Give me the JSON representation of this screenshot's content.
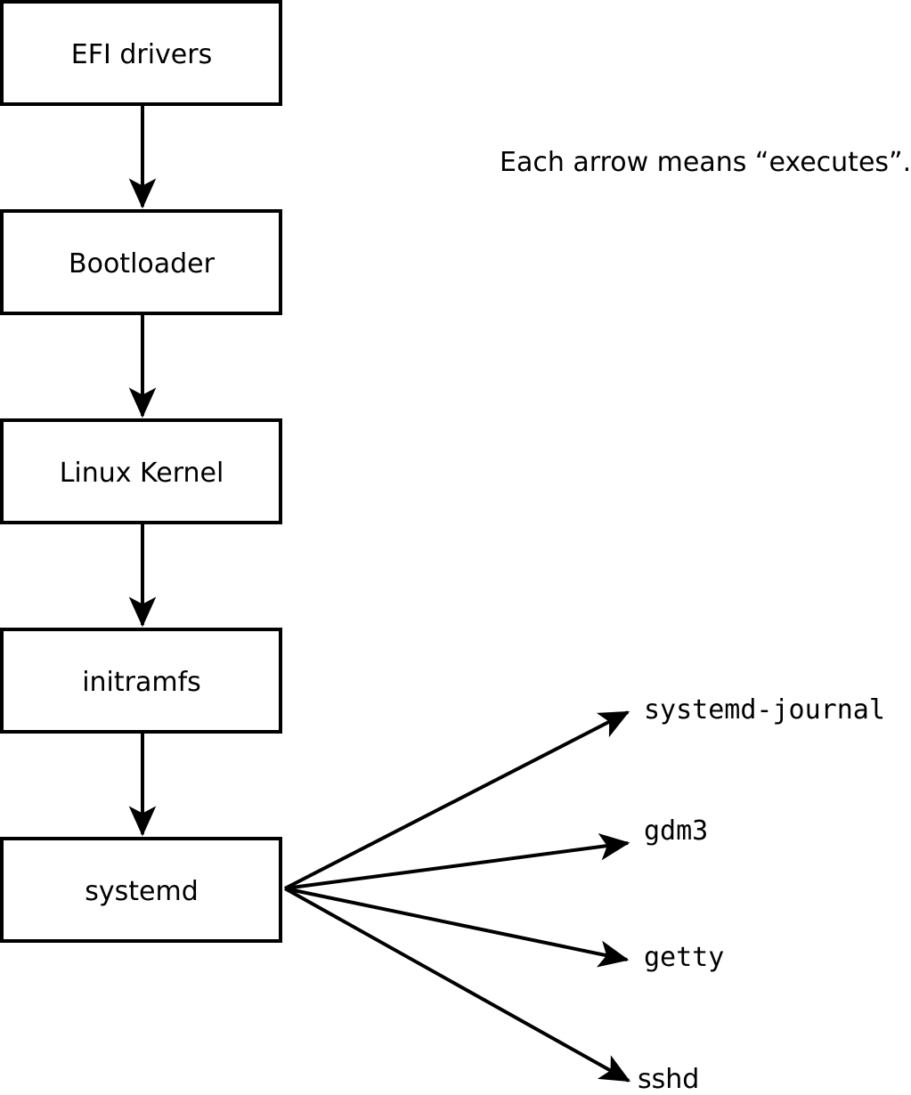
{
  "note": "Each arrow means “executes”.",
  "boot_chain": [
    {
      "label": "EFI drivers"
    },
    {
      "label": "Bootloader"
    },
    {
      "label": "Linux Kernel"
    },
    {
      "label": "initramfs"
    },
    {
      "label": "systemd"
    }
  ],
  "spawned_processes": [
    {
      "label": "systemd-journal"
    },
    {
      "label": "gdm3"
    },
    {
      "label": "getty"
    },
    {
      "label": "sshd"
    }
  ],
  "colors": {
    "line": "#000000",
    "box_fill": "#ffffff",
    "text": "#000000",
    "background": "#ffffff"
  }
}
